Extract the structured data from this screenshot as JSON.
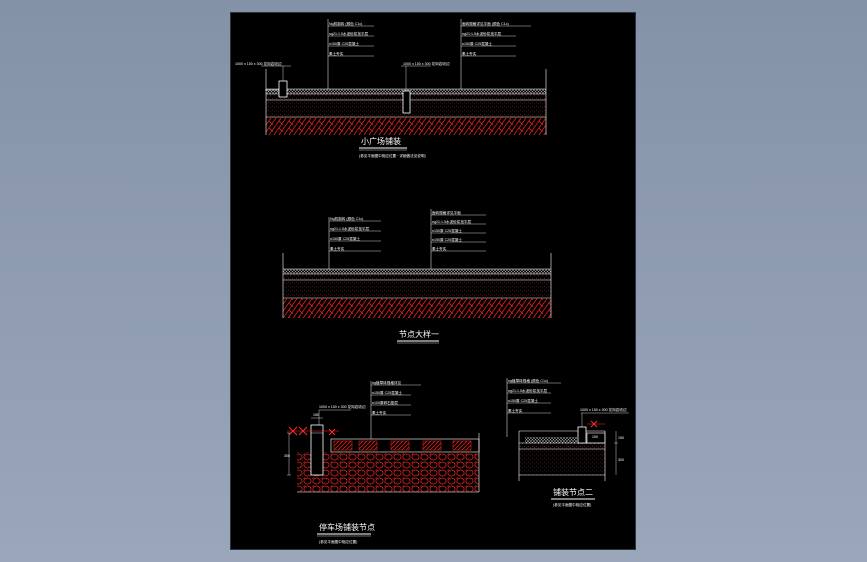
{
  "drawing": {
    "detail1": {
      "callout_left": [
        "Ng机制砖 (颜色 C1c)",
        "ng21:1.5水泥砂浆找平层",
        "n150厚 C25混凝土",
        "素土夯实"
      ],
      "callout_right": [
        "面砖规格详见平面 (颜色 C1c)",
        "ng21:1.5水泥砂浆找平层",
        "n150厚 C25混凝土",
        "素土夯实"
      ],
      "edge_note_left": "1000 x 150 x 300 花岗岩收边",
      "edge_note_mid": "1000 x 150 x 300 花岗岩收边",
      "title": "小广场铺装",
      "subtitle": "(参见平面图中相应位置 · 详细做法见说明)"
    },
    "detail2": {
      "callout_left": [
        "Ng机制砖 (颜色 C1c)",
        "ng21:1.5水泥砂浆找平层",
        "n150厚 C25混凝土",
        "素土夯实"
      ],
      "callout_right": [
        "面砖规格详见平面",
        "ng21:1.5水泥砂浆找平层",
        "n150厚 C25混凝土",
        "n150厚 C25混凝土",
        "素土夯实"
      ],
      "title": "节点大样一"
    },
    "detail3": {
      "callout": [
        "ng植草砖规格详见",
        "n150厚 C25混凝土",
        "n100厚碎石垫层",
        "素土夯实"
      ],
      "edge_note": "1000 x 150 x 300 花岗岩收边",
      "dim_width": "150",
      "dim_height": "300",
      "title": "停车场铺装节点",
      "subtitle": "(参见平面图中相应位置)"
    },
    "detail4": {
      "callout": [
        "ng植草砖规格 (颜色 C1c)",
        "ng21:1.5水泥砂浆找平层",
        "n150厚 C25混凝土",
        "素土夯实"
      ],
      "edge_note": "1000 x 150 x 300 花岗岩收边",
      "dim_width": "100",
      "dim_h1": "150",
      "dim_h2": "300",
      "title": "铺装节点二",
      "subtitle": "(参见平面图中相应位置)"
    }
  },
  "colors": {
    "background": "#8b97ab",
    "sheet": "#000000",
    "line": "#ffffff",
    "hatch": "#e0201a",
    "accent": "#ff2a2a"
  }
}
